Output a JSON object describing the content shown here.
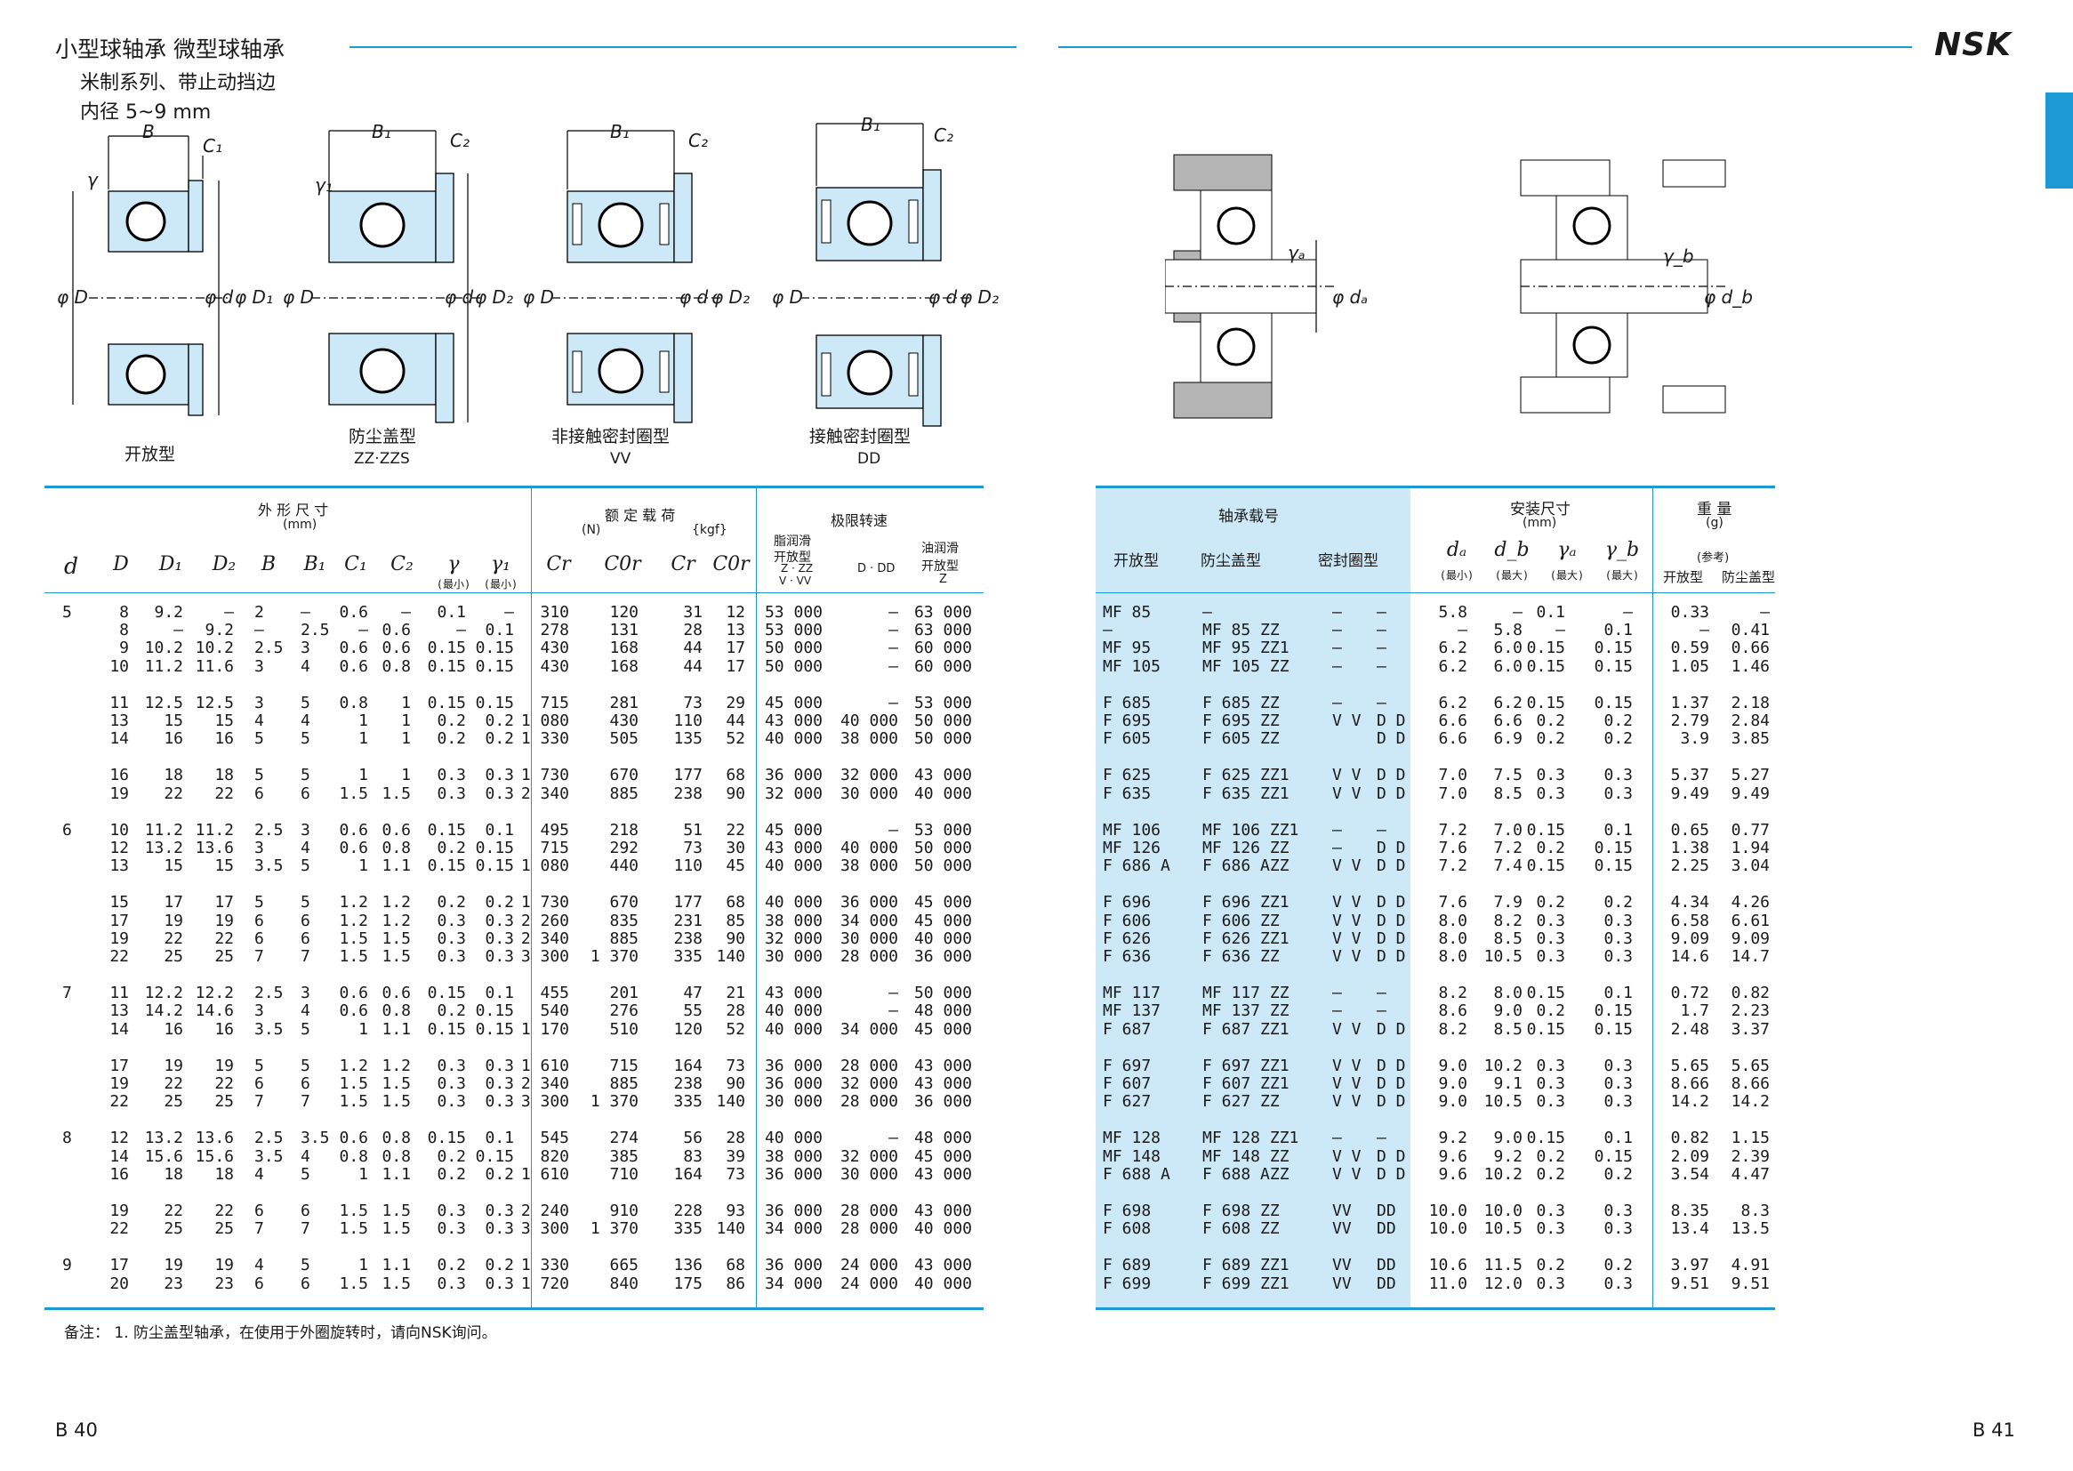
{
  "title": {
    "main": "小型球轴承  微型球轴承",
    "series": "米制系列、带止动挡边",
    "bore": "内径  5~9 mm"
  },
  "brand": "NSK",
  "figures": {
    "open": {
      "label": "开放型",
      "code": ""
    },
    "shield": {
      "label": "防尘盖型",
      "code": "ZZ·ZZS"
    },
    "noncontact": {
      "label": "非接触密封圈型",
      "code": "VV"
    },
    "contact": {
      "label": "接触密封圈型",
      "code": "DD"
    },
    "dims": {
      "B": "B",
      "B1": "B₁",
      "C1": "C₁",
      "C2": "C₂",
      "r": "γ",
      "r1": "γ₁",
      "phiD": "φ D",
      "phid": "φ d",
      "phiD1": "φ D₁",
      "phiD2": "φ D₂",
      "ra": "γₐ",
      "rb": "γ_b",
      "phida": "φ dₐ",
      "phidb": "φ d_b"
    }
  },
  "left_table": {
    "group_outer": "外 形 尺 寸",
    "group_outer_unit": "(mm)",
    "group_load": "额 定 载 荷",
    "load_unit_n": "(N)",
    "load_unit_kgf": "{kgf}",
    "group_speed": "极限转速",
    "grease": "脂润滑",
    "grease_sub": "开放型",
    "grease_sub2": "Z · ZZ",
    "grease_sub3": "V · VV",
    "dd": "D · DD",
    "oil": "油润滑",
    "oil_sub": "开放型",
    "oil_sub2": "Z",
    "cols": [
      "d",
      "D",
      "D₁",
      "D₂",
      "B",
      "B₁",
      "C₁",
      "C₂",
      "γ",
      "γ₁",
      "Cr",
      "C0r",
      "Cr",
      "C0r"
    ],
    "min_label": "(最小)",
    "groups": [
      {
        "d": "5",
        "rows": [
          [
            "8",
            "9.2",
            "—",
            "2",
            "—",
            "0.6",
            "—",
            "0.1",
            "—",
            "310",
            "120",
            "31",
            "12",
            "53 000",
            "—",
            "63 000"
          ],
          [
            "8",
            "—",
            "9.2",
            "—",
            "2.5",
            "—",
            "0.6",
            "—",
            "0.1",
            "278",
            "131",
            "28",
            "13",
            "53 000",
            "—",
            "63 000"
          ],
          [
            "9",
            "10.2",
            "10.2",
            "2.5",
            "3",
            "0.6",
            "0.6",
            "0.15",
            "0.15",
            "430",
            "168",
            "44",
            "17",
            "50 000",
            "—",
            "60 000"
          ],
          [
            "10",
            "11.2",
            "11.6",
            "3",
            "4",
            "0.6",
            "0.8",
            "0.15",
            "0.15",
            "430",
            "168",
            "44",
            "17",
            "50 000",
            "—",
            "60 000"
          ]
        ]
      },
      {
        "d": "",
        "rows": [
          [
            "11",
            "12.5",
            "12.5",
            "3",
            "5",
            "0.8",
            "1",
            "0.15",
            "0.15",
            "715",
            "281",
            "73",
            "29",
            "45 000",
            "—",
            "53 000"
          ],
          [
            "13",
            "15",
            "15",
            "4",
            "4",
            "1",
            "1",
            "0.2",
            "0.2",
            "1 080",
            "430",
            "110",
            "44",
            "43 000",
            "40 000",
            "50 000"
          ],
          [
            "14",
            "16",
            "16",
            "5",
            "5",
            "1",
            "1",
            "0.2",
            "0.2",
            "1 330",
            "505",
            "135",
            "52",
            "40 000",
            "38 000",
            "50 000"
          ]
        ]
      },
      {
        "d": "",
        "rows": [
          [
            "16",
            "18",
            "18",
            "5",
            "5",
            "1",
            "1",
            "0.3",
            "0.3",
            "1 730",
            "670",
            "177",
            "68",
            "36 000",
            "32 000",
            "43 000"
          ],
          [
            "19",
            "22",
            "22",
            "6",
            "6",
            "1.5",
            "1.5",
            "0.3",
            "0.3",
            "2 340",
            "885",
            "238",
            "90",
            "32 000",
            "30 000",
            "40 000"
          ]
        ]
      },
      {
        "d": "6",
        "rows": [
          [
            "10",
            "11.2",
            "11.2",
            "2.5",
            "3",
            "0.6",
            "0.6",
            "0.15",
            "0.1",
            "495",
            "218",
            "51",
            "22",
            "45 000",
            "—",
            "53 000"
          ],
          [
            "12",
            "13.2",
            "13.6",
            "3",
            "4",
            "0.6",
            "0.8",
            "0.2",
            "0.15",
            "715",
            "292",
            "73",
            "30",
            "43 000",
            "40 000",
            "50 000"
          ],
          [
            "13",
            "15",
            "15",
            "3.5",
            "5",
            "1",
            "1.1",
            "0.15",
            "0.15",
            "1 080",
            "440",
            "110",
            "45",
            "40 000",
            "38 000",
            "50 000"
          ]
        ]
      },
      {
        "d": "",
        "rows": [
          [
            "15",
            "17",
            "17",
            "5",
            "5",
            "1.2",
            "1.2",
            "0.2",
            "0.2",
            "1 730",
            "670",
            "177",
            "68",
            "40 000",
            "36 000",
            "45 000"
          ],
          [
            "17",
            "19",
            "19",
            "6",
            "6",
            "1.2",
            "1.2",
            "0.3",
            "0.3",
            "2 260",
            "835",
            "231",
            "85",
            "38 000",
            "34 000",
            "45 000"
          ],
          [
            "19",
            "22",
            "22",
            "6",
            "6",
            "1.5",
            "1.5",
            "0.3",
            "0.3",
            "2 340",
            "885",
            "238",
            "90",
            "32 000",
            "30 000",
            "40 000"
          ],
          [
            "22",
            "25",
            "25",
            "7",
            "7",
            "1.5",
            "1.5",
            "0.3",
            "0.3",
            "3 300",
            "1 370",
            "335",
            "140",
            "30 000",
            "28 000",
            "36 000"
          ]
        ]
      },
      {
        "d": "7",
        "rows": [
          [
            "11",
            "12.2",
            "12.2",
            "2.5",
            "3",
            "0.6",
            "0.6",
            "0.15",
            "0.1",
            "455",
            "201",
            "47",
            "21",
            "43 000",
            "—",
            "50 000"
          ],
          [
            "13",
            "14.2",
            "14.6",
            "3",
            "4",
            "0.6",
            "0.8",
            "0.2",
            "0.15",
            "540",
            "276",
            "55",
            "28",
            "40 000",
            "—",
            "48 000"
          ],
          [
            "14",
            "16",
            "16",
            "3.5",
            "5",
            "1",
            "1.1",
            "0.15",
            "0.15",
            "1 170",
            "510",
            "120",
            "52",
            "40 000",
            "34 000",
            "45 000"
          ]
        ]
      },
      {
        "d": "",
        "rows": [
          [
            "17",
            "19",
            "19",
            "5",
            "5",
            "1.2",
            "1.2",
            "0.3",
            "0.3",
            "1 610",
            "715",
            "164",
            "73",
            "36 000",
            "28 000",
            "43 000"
          ],
          [
            "19",
            "22",
            "22",
            "6",
            "6",
            "1.5",
            "1.5",
            "0.3",
            "0.3",
            "2 340",
            "885",
            "238",
            "90",
            "36 000",
            "32 000",
            "43 000"
          ],
          [
            "22",
            "25",
            "25",
            "7",
            "7",
            "1.5",
            "1.5",
            "0.3",
            "0.3",
            "3 300",
            "1 370",
            "335",
            "140",
            "30 000",
            "28 000",
            "36 000"
          ]
        ]
      },
      {
        "d": "8",
        "rows": [
          [
            "12",
            "13.2",
            "13.6",
            "2.5",
            "3.5",
            "0.6",
            "0.8",
            "0.15",
            "0.1",
            "545",
            "274",
            "56",
            "28",
            "40 000",
            "—",
            "48 000"
          ],
          [
            "14",
            "15.6",
            "15.6",
            "3.5",
            "4",
            "0.8",
            "0.8",
            "0.2",
            "0.15",
            "820",
            "385",
            "83",
            "39",
            "38 000",
            "32 000",
            "45 000"
          ],
          [
            "16",
            "18",
            "18",
            "4",
            "5",
            "1",
            "1.1",
            "0.2",
            "0.2",
            "1 610",
            "710",
            "164",
            "73",
            "36 000",
            "30 000",
            "43 000"
          ]
        ]
      },
      {
        "d": "",
        "rows": [
          [
            "19",
            "22",
            "22",
            "6",
            "6",
            "1.5",
            "1.5",
            "0.3",
            "0.3",
            "2 240",
            "910",
            "228",
            "93",
            "36 000",
            "28 000",
            "43 000"
          ],
          [
            "22",
            "25",
            "25",
            "7",
            "7",
            "1.5",
            "1.5",
            "0.3",
            "0.3",
            "3 300",
            "1 370",
            "335",
            "140",
            "34 000",
            "28 000",
            "40 000"
          ]
        ]
      },
      {
        "d": "9",
        "rows": [
          [
            "17",
            "19",
            "19",
            "4",
            "5",
            "1",
            "1.1",
            "0.2",
            "0.2",
            "1 330",
            "665",
            "136",
            "68",
            "36 000",
            "24 000",
            "43 000"
          ],
          [
            "20",
            "23",
            "23",
            "6",
            "6",
            "1.5",
            "1.5",
            "0.3",
            "0.3",
            "1 720",
            "840",
            "175",
            "86",
            "34 000",
            "24 000",
            "40 000"
          ]
        ]
      }
    ]
  },
  "right_table": {
    "group_code": "轴承载号",
    "open": "开放型",
    "shield": "防尘盖型",
    "seal": "密封圈型",
    "group_mount": "安装尺寸",
    "mount_unit": "(mm)",
    "mount_cols": [
      "dₐ",
      "d_b",
      "γₐ",
      "γ_b"
    ],
    "mount_subs": [
      "(最小)",
      "(最大)",
      "(最大)",
      "(最大)"
    ],
    "group_weight": "重  量",
    "weight_unit": "(g)",
    "weight_ref": "(参考)",
    "weight_open": "开放型",
    "weight_shield": "防尘盖型",
    "groups": [
      [
        [
          "MF  85",
          "—",
          "—",
          "—",
          "5.8",
          "—",
          "0.1",
          "—",
          "0.33",
          "—"
        ],
        [
          "—",
          "MF  85 ZZ",
          "—",
          "—",
          "—",
          "5.8",
          "—",
          "0.1",
          "—",
          "0.41"
        ],
        [
          "MF  95",
          "MF  95 ZZ1",
          "—",
          "—",
          "6.2",
          "6.0",
          "0.15",
          "0.15",
          "0.59",
          "0.66"
        ],
        [
          "MF 105",
          "MF 105 ZZ",
          "—",
          "—",
          "6.2",
          "6.0",
          "0.15",
          "0.15",
          "1.05",
          "1.46"
        ]
      ],
      [
        [
          "F 685",
          "F 685 ZZ",
          "—",
          "—",
          "6.2",
          "6.2",
          "0.15",
          "0.15",
          "1.37",
          "2.18"
        ],
        [
          "F 695",
          "F 695 ZZ",
          "V V",
          "D D",
          "6.6",
          "6.6",
          "0.2",
          "0.2",
          "2.79",
          "2.84"
        ],
        [
          "F 605",
          "F 605 ZZ",
          "",
          "D D",
          "6.6",
          "6.9",
          "0.2",
          "0.2",
          "3.9",
          "3.85"
        ]
      ],
      [
        [
          "F 625",
          "F 625 ZZ1",
          "V V",
          "D D",
          "7.0",
          "7.5",
          "0.3",
          "0.3",
          "5.37",
          "5.27"
        ],
        [
          "F 635",
          "F 635 ZZ1",
          "V V",
          "D D",
          "7.0",
          "8.5",
          "0.3",
          "0.3",
          "9.49",
          "9.49"
        ]
      ],
      [
        [
          "MF 106",
          "MF 106 ZZ1",
          "—",
          "—",
          "7.2",
          "7.0",
          "0.15",
          "0.1",
          "0.65",
          "0.77"
        ],
        [
          "MF 126",
          "MF 126 ZZ",
          "—",
          "D D",
          "7.6",
          "7.2",
          "0.2",
          "0.15",
          "1.38",
          "1.94"
        ],
        [
          "F 686 A",
          "F 686 AZZ",
          "V V",
          "D D",
          "7.2",
          "7.4",
          "0.15",
          "0.15",
          "2.25",
          "3.04"
        ]
      ],
      [
        [
          "F 696",
          "F 696 ZZ1",
          "V V",
          "D D",
          "7.6",
          "7.9",
          "0.2",
          "0.2",
          "4.34",
          "4.26"
        ],
        [
          "F 606",
          "F 606 ZZ",
          "V V",
          "D D",
          "8.0",
          "8.2",
          "0.3",
          "0.3",
          "6.58",
          "6.61"
        ],
        [
          "F 626",
          "F 626 ZZ1",
          "V V",
          "D D",
          "8.0",
          "8.5",
          "0.3",
          "0.3",
          "9.09",
          "9.09"
        ],
        [
          "F 636",
          "F 636 ZZ",
          "V V",
          "D D",
          "8.0",
          "10.5",
          "0.3",
          "0.3",
          "14.6",
          "14.7"
        ]
      ],
      [
        [
          "MF 117",
          "MF 117 ZZ",
          "—",
          "—",
          "8.2",
          "8.0",
          "0.15",
          "0.1",
          "0.72",
          "0.82"
        ],
        [
          "MF 137",
          "MF 137 ZZ",
          "—",
          "—",
          "8.6",
          "9.0",
          "0.2",
          "0.15",
          "1.7",
          "2.23"
        ],
        [
          "F 687",
          "F 687 ZZ1",
          "V V",
          "D D",
          "8.2",
          "8.5",
          "0.15",
          "0.15",
          "2.48",
          "3.37"
        ]
      ],
      [
        [
          "F 697",
          "F 697 ZZ1",
          "V V",
          "D D",
          "9.0",
          "10.2",
          "0.3",
          "0.3",
          "5.65",
          "5.65"
        ],
        [
          "F 607",
          "F 607 ZZ1",
          "V V",
          "D D",
          "9.0",
          "9.1",
          "0.3",
          "0.3",
          "8.66",
          "8.66"
        ],
        [
          "F 627",
          "F 627 ZZ",
          "V V",
          "D D",
          "9.0",
          "10.5",
          "0.3",
          "0.3",
          "14.2",
          "14.2"
        ]
      ],
      [
        [
          "MF 128",
          "MF 128 ZZ1",
          "—",
          "—",
          "9.2",
          "9.0",
          "0.15",
          "0.1",
          "0.82",
          "1.15"
        ],
        [
          "MF 148",
          "MF 148 ZZ",
          "V V",
          "D D",
          "9.6",
          "9.2",
          "0.2",
          "0.15",
          "2.09",
          "2.39"
        ],
        [
          "F 688 A",
          "F 688 AZZ",
          "V V",
          "D D",
          "9.6",
          "10.2",
          "0.2",
          "0.2",
          "3.54",
          "4.47"
        ]
      ],
      [
        [
          "F 698",
          "F 698 ZZ",
          "VV",
          "DD",
          "10.0",
          "10.0",
          "0.3",
          "0.3",
          "8.35",
          "8.3"
        ],
        [
          "F 608",
          "F 608 ZZ",
          "VV",
          "DD",
          "10.0",
          "10.5",
          "0.3",
          "0.3",
          "13.4",
          "13.5"
        ]
      ],
      [
        [
          "F 689",
          "F 689 ZZ1",
          "VV",
          "DD",
          "10.6",
          "11.5",
          "0.2",
          "0.2",
          "3.97",
          "4.91"
        ],
        [
          "F 699",
          "F 699 ZZ1",
          "VV",
          "DD",
          "11.0",
          "12.0",
          "0.3",
          "0.3",
          "9.51",
          "9.51"
        ]
      ]
    ]
  },
  "note": "备注：  1.  防尘盖型轴承，在使用于外圈旋转时，请向NSK询问。",
  "page_left": "B 40",
  "page_right": "B 41",
  "accent_color": "#1c9ad6",
  "highlight_color": "#cde8f7"
}
